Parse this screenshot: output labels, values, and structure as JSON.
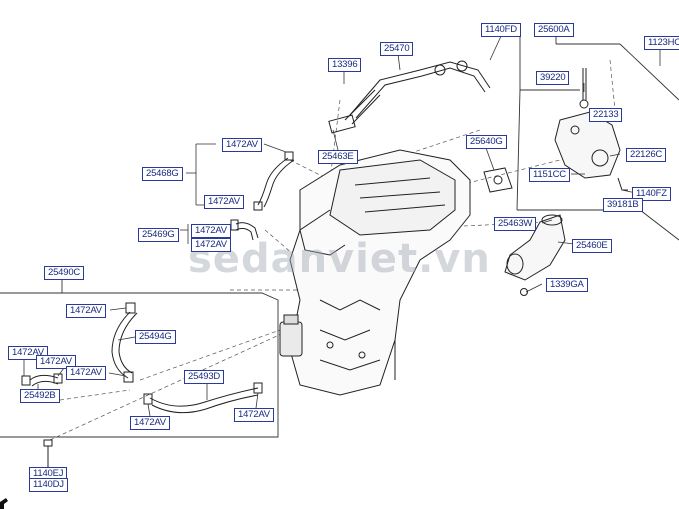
{
  "watermark": "sedanviet.vn",
  "labels": {
    "p1140FD": "1140FD",
    "p25600A": "25600A",
    "p1123HC": "1123HC",
    "p13396": "13396",
    "p25470": "25470",
    "p39220": "39220",
    "p22133": "22133",
    "p25463E": "25463E",
    "p25640G": "25640G",
    "p22126C": "22126C",
    "p1472AV_a": "1472AV",
    "p1151CC": "1151CC",
    "p1140FZ": "1140FZ",
    "p25468G": "25468G",
    "p39181B": "39181B",
    "p1472AV_b": "1472AV",
    "p25463W": "25463W",
    "p1472AV_c": "1472AV",
    "p25460E": "25460E",
    "p25469G": "25469G",
    "p1472AV_d": "1472AV",
    "p25490C": "25490C",
    "p1339GA": "1339GA",
    "p1472AV_e": "1472AV",
    "p25494G": "25494G",
    "p1472AV_f": "1472AV",
    "p1472AV_g": "1472AV",
    "p1472AV_h": "1472AV",
    "p25493D": "25493D",
    "p25492B": "25492B",
    "p1472AV_i": "1472AV",
    "p1472AV_j": "1472AV",
    "p1140EJ": "1140EJ",
    "p1140DJ": "1140DJ"
  }
}
